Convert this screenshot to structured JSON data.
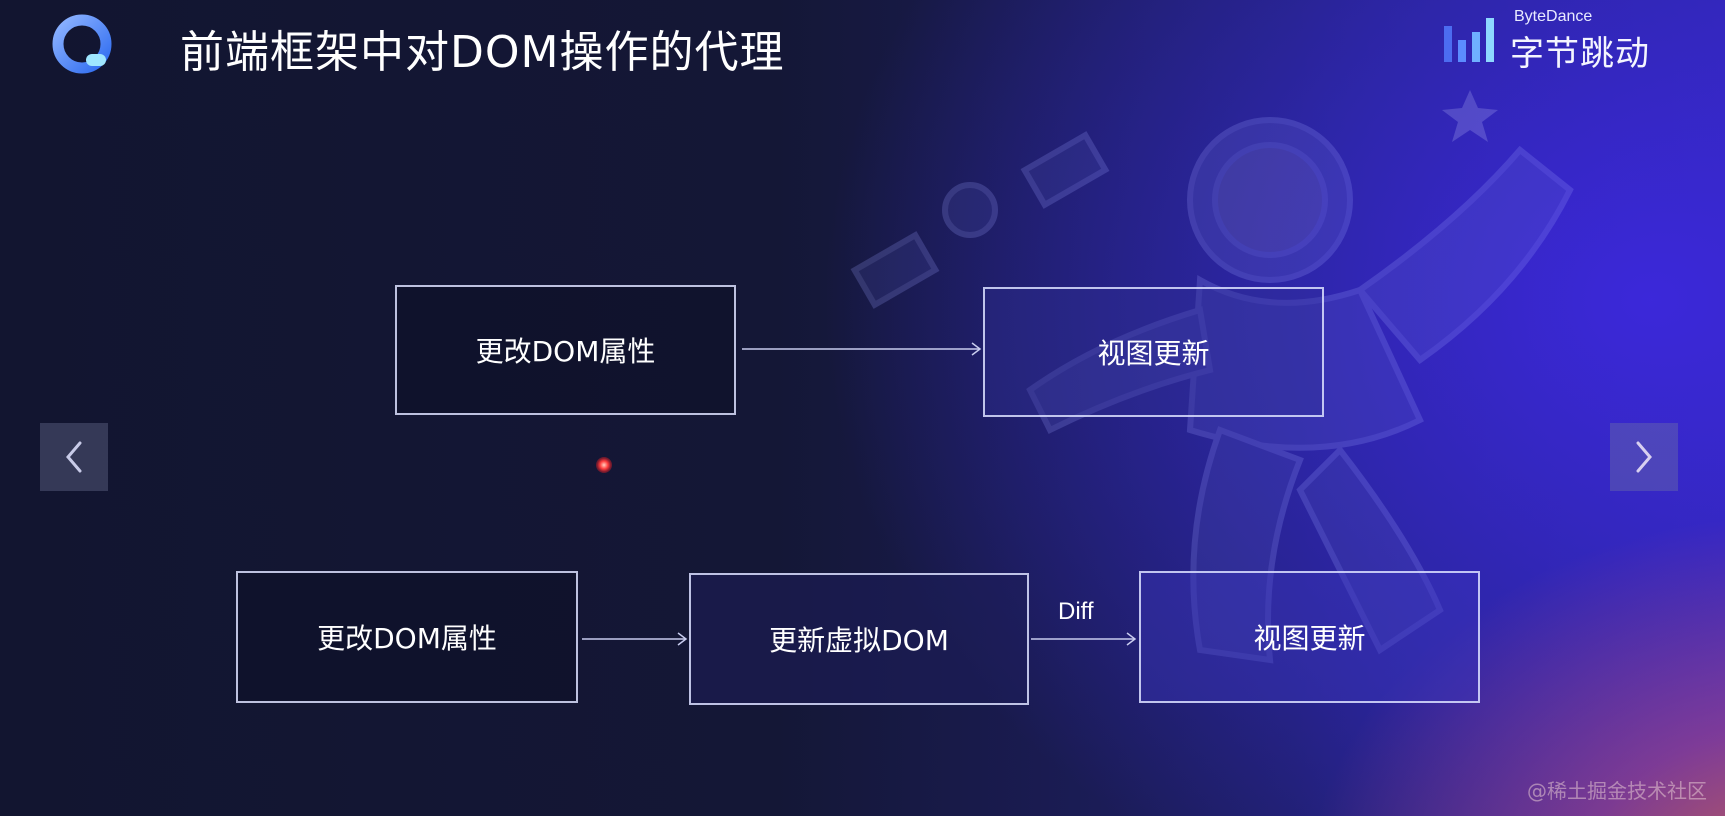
{
  "slide": {
    "title": "前端框架中对DOM操作的代理",
    "brand": {
      "en": "ByteDance",
      "cn": "字节跳动"
    },
    "colors": {
      "background": "#131633",
      "accent_blue": "#3425b8",
      "accent_orange": "#e06e3c",
      "box_border": "#dce0ff",
      "logo_blue": "#3b82f6"
    }
  },
  "diagram": {
    "flow_direct": {
      "from": "更改DOM属性",
      "to": "视图更新"
    },
    "flow_virtual": {
      "step1": "更改DOM属性",
      "step2": "更新虚拟DOM",
      "edge_label": "Diff",
      "step3": "视图更新"
    }
  },
  "navigation": {
    "prev_icon": "chevron-left",
    "next_icon": "chevron-right"
  },
  "watermark": "@稀土掘金技术社区"
}
